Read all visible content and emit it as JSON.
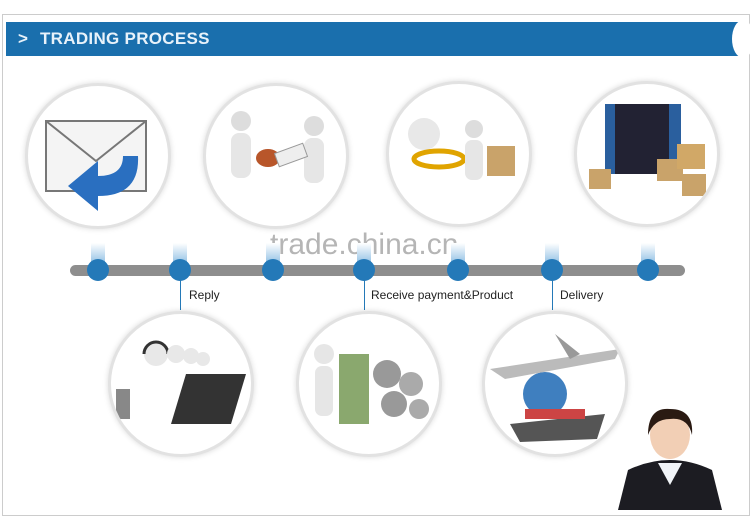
{
  "header": {
    "arrow": ">",
    "title": "TRADING PROCESS"
  },
  "watermark": "trade.china.cn",
  "timeline": {
    "labels": [
      "Reply",
      "Receive payment&Product",
      "Delivery"
    ]
  },
  "steps_top": [
    "envelope-reply-icon",
    "handshake-contract-icon",
    "inspection-cart-icon",
    "container-warehouse-icon"
  ],
  "steps_bottom": [
    "call-center-icon",
    "money-gears-icon",
    "air-sea-shipping-icon"
  ],
  "colors": {
    "primary": "#1a6fad",
    "dot": "#2479b8",
    "bar": "#8e8e8e"
  }
}
